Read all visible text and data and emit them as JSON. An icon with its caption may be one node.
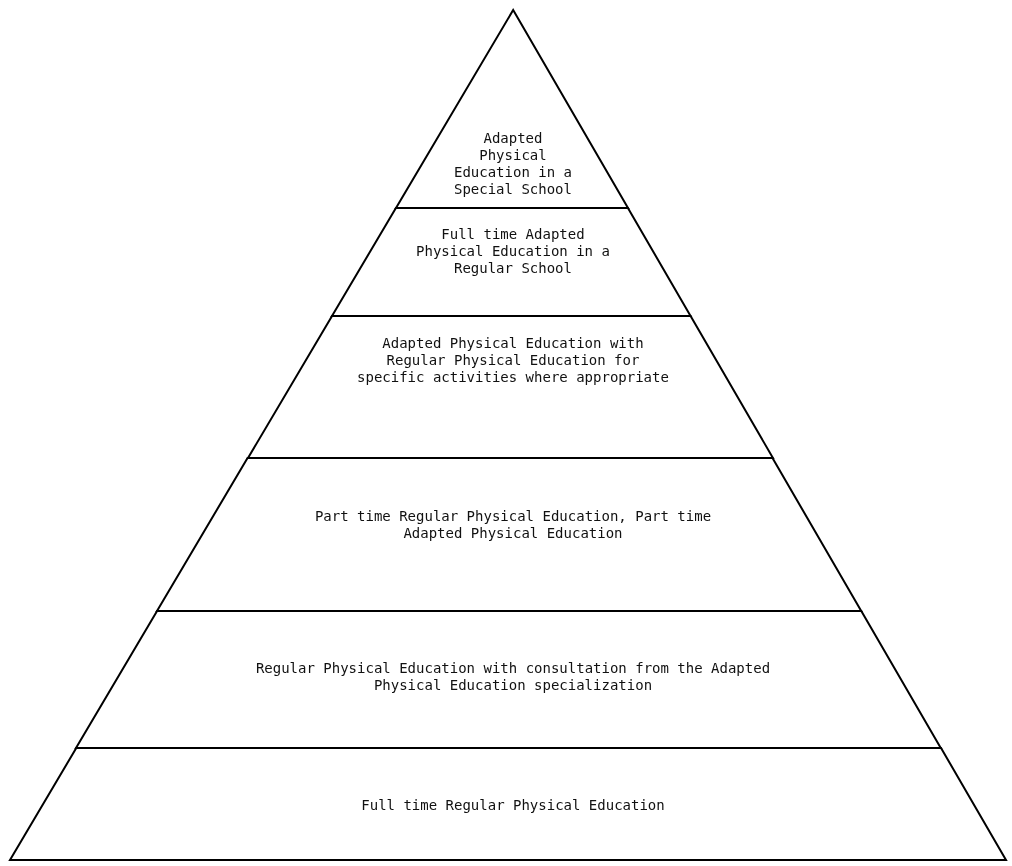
{
  "diagram": {
    "nodes": [
      {
        "text": [
          "Adapted Physical Education in a Special School"
        ]
      },
      {
        "text": [
          "Full time Adapted Physical Education in a Regular School"
        ]
      },
      {
        "text": [
          "Adapted Physical Education with Regular Physical Education for specific activities where appropriate"
        ]
      },
      {
        "text": [
          "Part time Regular Physical Education, Part time Adapted Physical Education"
        ]
      },
      {
        "text": [
          "Regular Physical Education with consultation from the Adapted Physical Education specialization"
        ]
      },
      {
        "text": [
          "Full time Regular Physical Education"
        ]
      }
    ]
  }
}
